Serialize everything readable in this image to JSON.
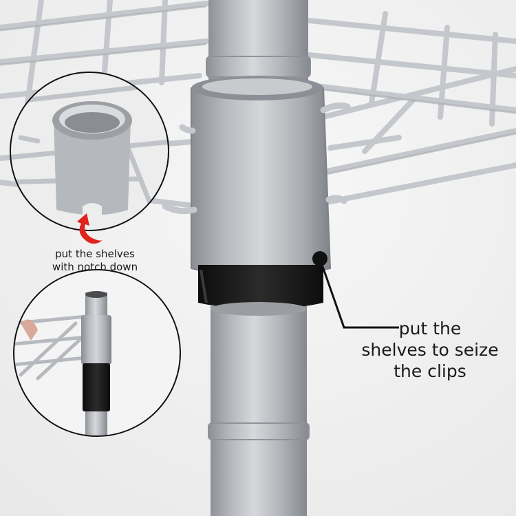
{
  "annotations": {
    "notch": {
      "lines": [
        "put the shelves",
        "with notch down"
      ]
    },
    "clip": {
      "lines": [
        "put the",
        "shelves to seize",
        "the clips"
      ]
    }
  },
  "colors": {
    "background": "#f2f2f2",
    "pole_silver": "#b9bcc1",
    "wire_silver": "#c4c7cc",
    "clip_black": "#1c1c1c",
    "arrow_red": "#e0241b",
    "text": "#1a1a1a"
  },
  "icons": {
    "arrow": "curved-arrow-icon",
    "pointer": "pointer-dot-icon"
  }
}
